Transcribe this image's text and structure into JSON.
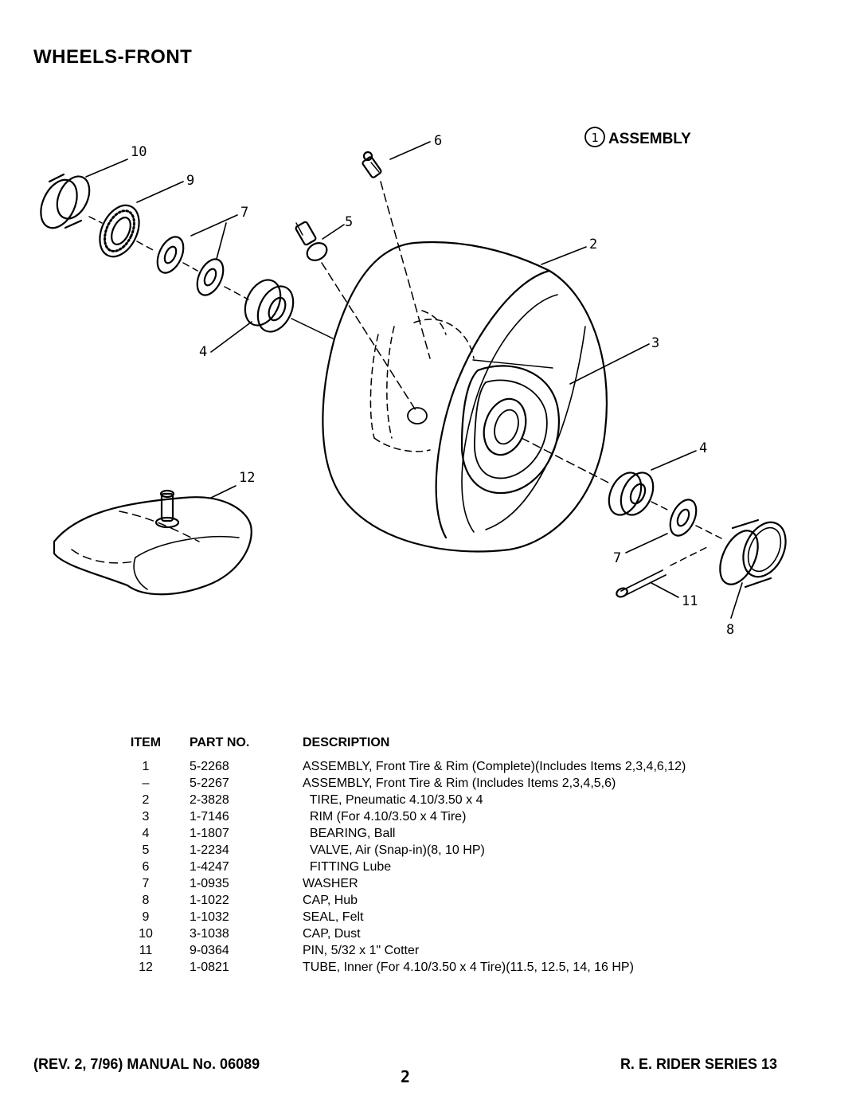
{
  "page_title": "WHEELS-FRONT",
  "assembly_label": {
    "number": "1",
    "text": "ASSEMBLY"
  },
  "callouts": {
    "c10": "10",
    "c9": "9",
    "c7a": "7",
    "c6": "6",
    "c5": "5",
    "c2": "2",
    "c4a": "4",
    "c3": "3",
    "c12": "12",
    "c4b": "4",
    "c7b": "7",
    "c11": "11",
    "c8": "8"
  },
  "table": {
    "headers": {
      "item": "ITEM",
      "part": "PART NO.",
      "desc": "DESCRIPTION"
    },
    "rows": [
      {
        "item": "1",
        "part": "5-2268",
        "desc": "ASSEMBLY, Front Tire & Rim (Complete)(Includes Items 2,3,4,6,12)"
      },
      {
        "item": "–",
        "part": "5-2267",
        "desc": "ASSEMBLY, Front Tire & Rim (Includes Items 2,3,4,5,6)"
      },
      {
        "item": "2",
        "part": "2-3828",
        "desc": "  TIRE, Pneumatic 4.10/3.50 x 4"
      },
      {
        "item": "3",
        "part": "1-7146",
        "desc": "  RIM (For 4.10/3.50 x 4 Tire)"
      },
      {
        "item": "4",
        "part": "1-1807",
        "desc": "  BEARING, Ball"
      },
      {
        "item": "5",
        "part": "1-2234",
        "desc": "  VALVE, Air (Snap-in)(8, 10 HP)"
      },
      {
        "item": "6",
        "part": "1-4247",
        "desc": "  FITTING Lube"
      },
      {
        "item": "7",
        "part": "1-0935",
        "desc": "WASHER"
      },
      {
        "item": "8",
        "part": "1-1022",
        "desc": "CAP, Hub"
      },
      {
        "item": "9",
        "part": "1-1032",
        "desc": "SEAL, Felt"
      },
      {
        "item": "10",
        "part": "3-1038",
        "desc": "CAP, Dust"
      },
      {
        "item": "11",
        "part": "9-0364",
        "desc": "PIN, 5/32 x 1\" Cotter"
      },
      {
        "item": "12",
        "part": "1-0821",
        "desc": "TUBE, Inner (For 4.10/3.50 x 4 Tire)(11.5, 12.5, 14, 16 HP)"
      }
    ]
  },
  "footer": {
    "left": "(REV. 2, 7/96) MANUAL No. 06089",
    "page": "2",
    "right": "R. E. RIDER SERIES 13"
  }
}
